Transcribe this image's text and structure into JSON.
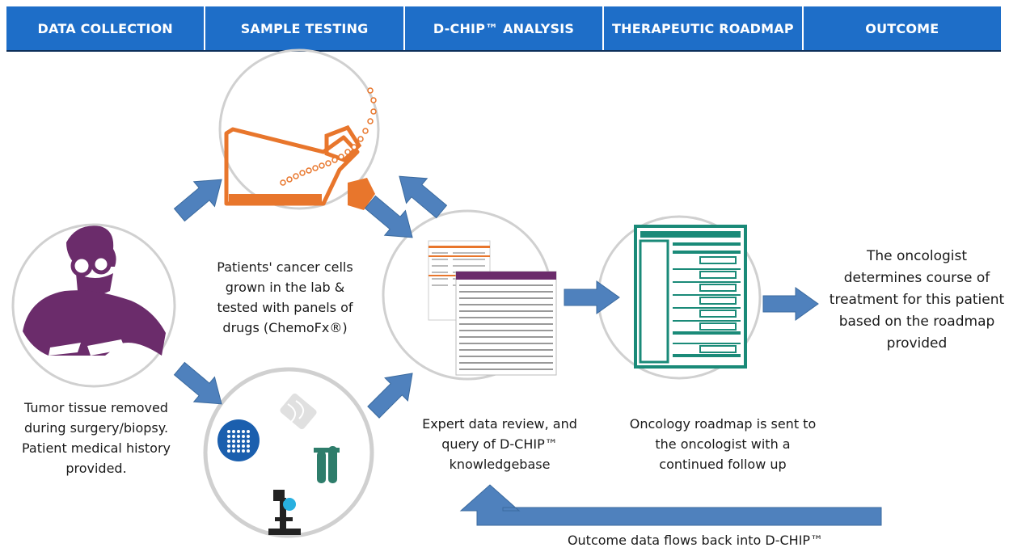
{
  "tabs": [
    {
      "label": "DATA COLLECTION"
    },
    {
      "label": "SAMPLE TESTING"
    },
    {
      "label": "D-CHIP™ ANALYSIS"
    },
    {
      "label": "THERAPEUTIC ROADMAP"
    },
    {
      "label": "OUTCOME"
    }
  ],
  "captions": {
    "data_collection": "Tumor tissue removed during surgery/biopsy. Patient medical history provided.",
    "sample_testing": "Patients' cancer cells grown in the lab & tested with panels of drugs (ChemoFx®)",
    "expert_review": "Expert data review, and query of D-CHIP™ knowledgebase",
    "roadmap": "Oncology roadmap is sent to the oncologist with a continued follow up",
    "outcome": "The oncologist determines course of treatment for this patient based on the roadmap provided",
    "feedback": "Outcome data flows back into D-CHIP™"
  },
  "colors": {
    "header_blue": "#1e6ec8",
    "arrow_blue": "#4f81bd",
    "surgeon_purple": "#6b2c6b",
    "flask_orange": "#e8762c",
    "roadmap_teal": "#1a8a78",
    "lab_blue": "#1b5fae",
    "lab_teal": "#2e7d6b",
    "circle_gray": "#d0d0d0"
  },
  "icons": [
    "surgeon-icon",
    "culture-flask-icon",
    "report-document-icon",
    "roadmap-document-icon",
    "well-plate-icon",
    "dna-tag-icon",
    "test-tubes-icon",
    "microscope-icon"
  ]
}
